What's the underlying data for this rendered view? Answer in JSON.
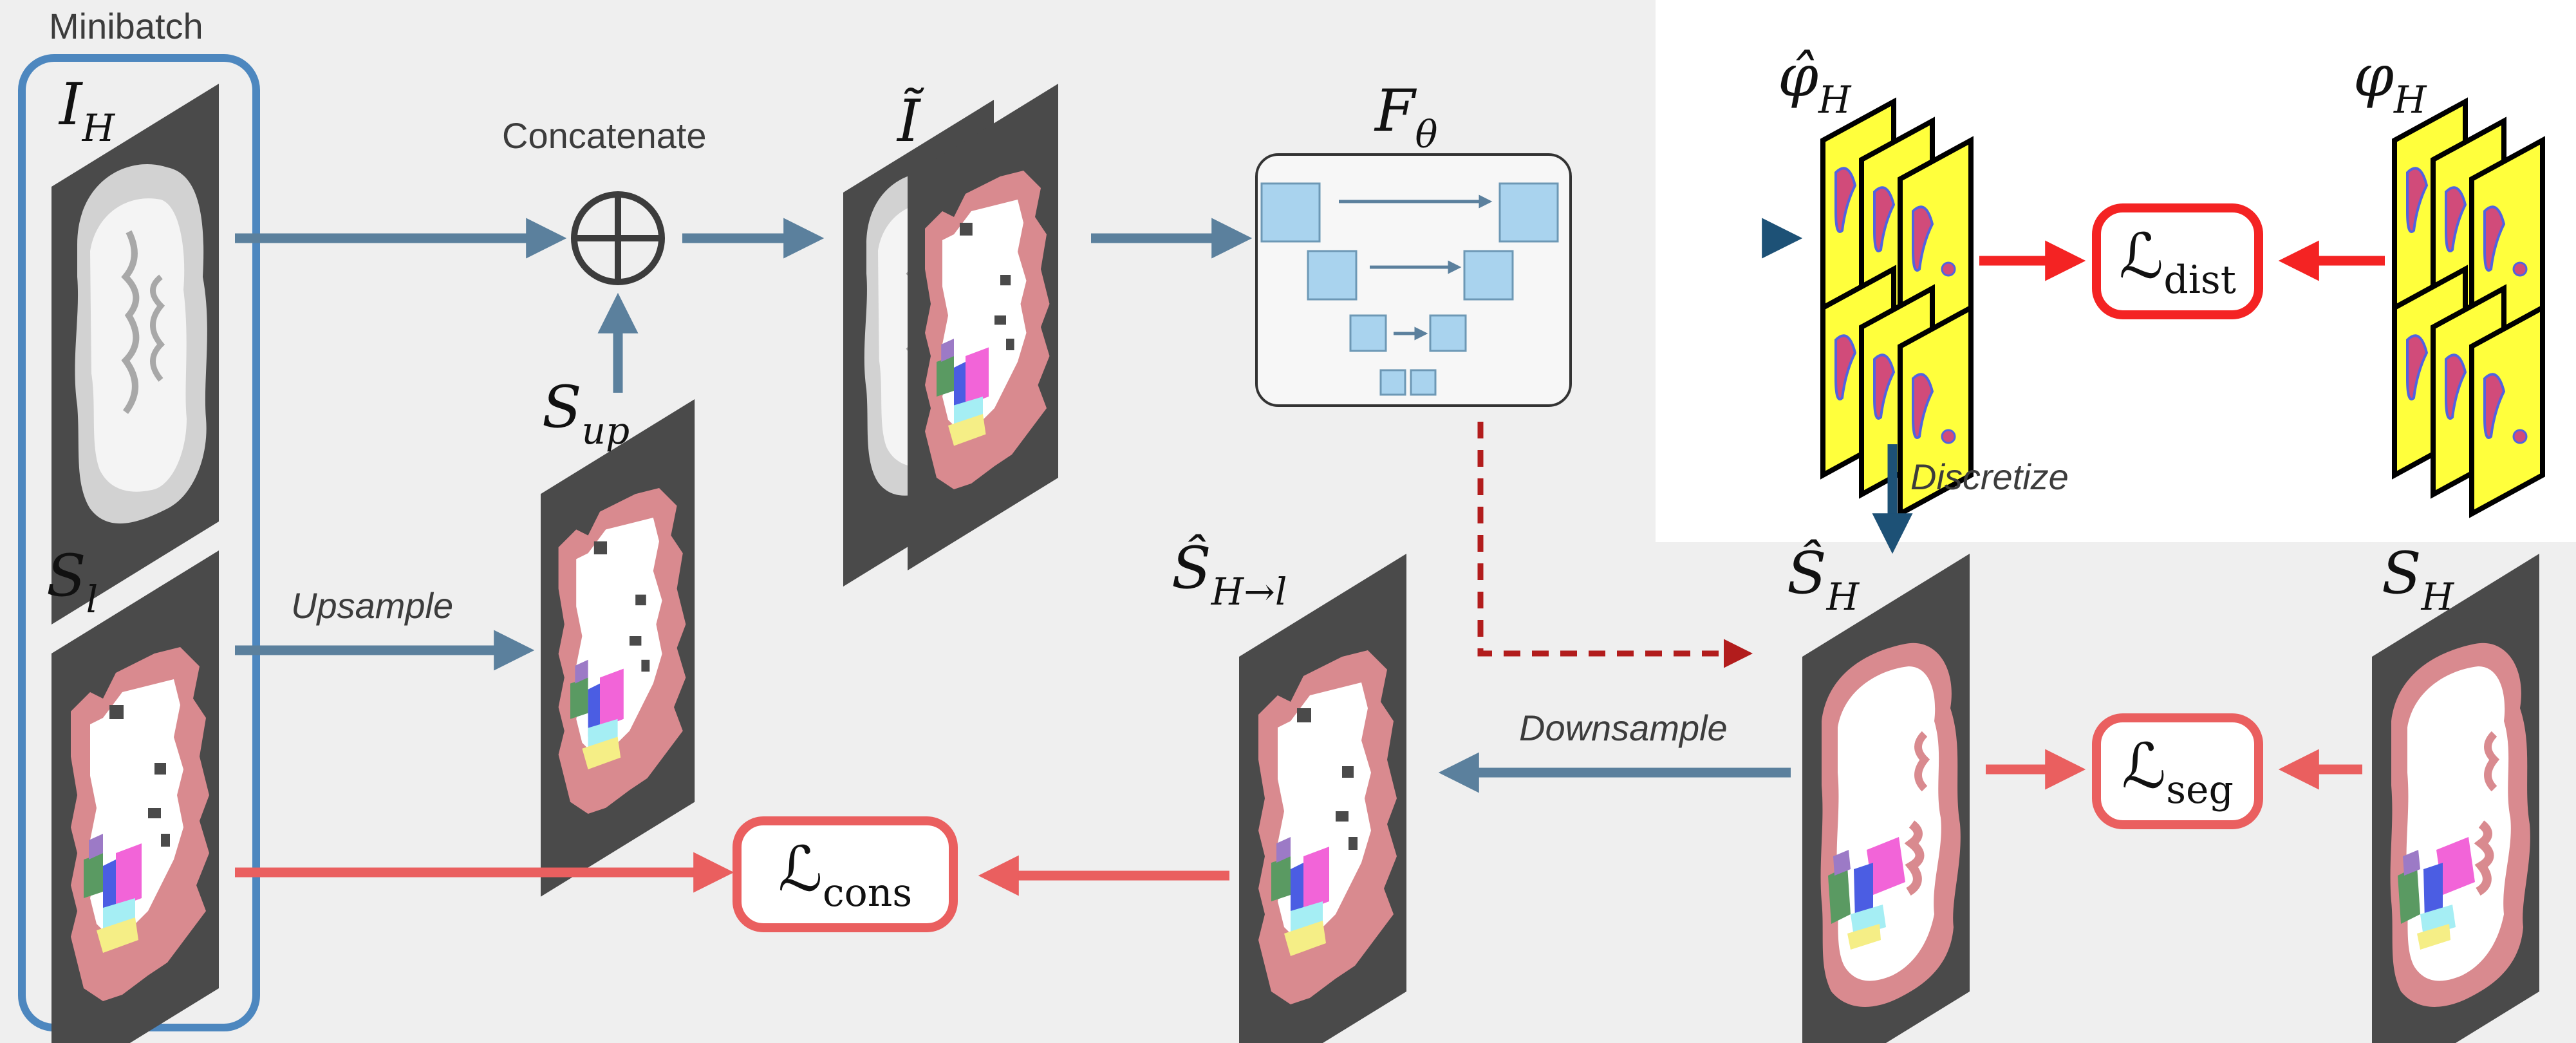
{
  "labels": {
    "minibatch": "Minibatch",
    "concatenate": "Concatenate",
    "upsample": "Upsample",
    "downsample": "Downsample",
    "discretize": "Discretize"
  },
  "math": {
    "I_H": {
      "base": "I",
      "sub": "H"
    },
    "S_l": {
      "base": "S",
      "sub": "l"
    },
    "S_up": {
      "base": "S",
      "sub": "up"
    },
    "I_tilde": {
      "base": "Ĩ",
      "sub": ""
    },
    "F_theta": {
      "base": "F",
      "sub": "θ"
    },
    "phi_hat_H": {
      "base": "φ̂",
      "sub": "H"
    },
    "phi_H": {
      "base": "φ",
      "sub": "H"
    },
    "S_hat_H_to_l": {
      "base": "Ŝ",
      "sub": "H→l"
    },
    "S_hat_H": {
      "base": "Ŝ",
      "sub": "H"
    },
    "S_H": {
      "base": "S",
      "sub": "H"
    }
  },
  "losses": {
    "dist": {
      "base": "ℒ",
      "sub": "dist"
    },
    "seg": {
      "base": "ℒ",
      "sub": "seg"
    },
    "cons": {
      "base": "ℒ",
      "sub": "cons"
    }
  },
  "colors": {
    "background": "#efefef",
    "panel_white": "#ffffff",
    "slice_dark": "#4a4a4a",
    "tissue_pink": "#d98a8f",
    "tissue_white": "#ffffff",
    "mri_gray": "#b9b9b9",
    "arrow_steel": "#5b809d",
    "arrow_navy": "#1d5176",
    "arrow_red": "#f42323",
    "arrow_salmon": "#ea5f5f",
    "dashed_red": "#b21c1c",
    "minibatch_border": "#4d87bf",
    "dist_map_yellow": "#ffff3c",
    "network_cube": "#a9d3ee"
  },
  "icons": {
    "concatenate": "circle-plus-icon",
    "network": "unet-icon"
  }
}
